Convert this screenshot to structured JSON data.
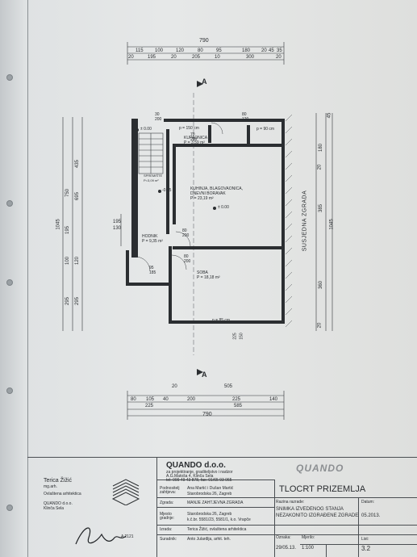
{
  "plan": {
    "dims_top": {
      "total": "790",
      "row1": [
        "115",
        "100",
        "120",
        "80",
        "95",
        "180",
        "20",
        "45",
        "35"
      ],
      "row2": [
        "20",
        "195",
        "20",
        "205",
        "10",
        "300",
        "20"
      ]
    },
    "dims_bottom": {
      "row1": [
        "20",
        "505"
      ],
      "row2": [
        "80",
        "105",
        "40",
        "200",
        "225",
        "140"
      ],
      "row3": [
        "225",
        "585"
      ],
      "total": "790"
    },
    "dims_left": {
      "outer": "1045",
      "mid": [
        "750",
        "195",
        "100"
      ],
      "inner": [
        "435",
        "695",
        "120",
        "295",
        "295"
      ],
      "right_small": [
        "195",
        "130"
      ]
    },
    "dims_right": [
      "45",
      "180",
      "20",
      "385",
      "1045",
      "360",
      "20"
    ],
    "side_label": "SUSJEDNA ZGRADA",
    "section_marks": [
      "A",
      "A"
    ],
    "rooms": [
      {
        "name": "KUPAONICA",
        "area": "P = 3,59 m²"
      },
      {
        "name": "SPREMIŠTE",
        "area": "P=3,09 m²"
      },
      {
        "name": "KUHINJA, BLAGOVAONICA,",
        "name2": "DNEVNI BORAVAK",
        "area": "P = 23,19 m²"
      },
      {
        "name": "HODNIK",
        "area": "P = 9,35 m²"
      },
      {
        "name": "SOBA",
        "area": "P = 18,18 m²"
      }
    ],
    "levels": [
      "± 0.00",
      "± 0.00",
      "-0.45",
      "± 0.00"
    ],
    "openings": [
      "p = 150 cm",
      "p = 90 cm",
      "p = 85 cm",
      "70",
      "200",
      "80",
      "200",
      "80",
      "200",
      "95",
      "185",
      "30",
      "200",
      "80",
      "120",
      "225",
      "150"
    ]
  },
  "titleblock": {
    "company": "QUANDO d.o.o.",
    "company_sub1": "za projektiranje, graditeljstvo i nadzor",
    "company_sub2": "A.G.Matoša 4, Klinča Sela",
    "company_tel": "tel: 099 49 43 878, fax: 01/65 93 065",
    "logo_text": "QUANDO",
    "designer_name": "Terica Žižić",
    "designer_title": "mg.arh.",
    "designer_role": "Ovlaštena arhitektica",
    "designer_company": "QUANDO d.o.o.",
    "designer_city": "Klinča Sela",
    "stamp_number": "A 2121",
    "rows": [
      {
        "label": "Podnositelj zahtjeva:",
        "value": "Ana Martić i Dušan Martić"
      },
      {
        "label": "",
        "value": "Starobrodska 26, Zagreb"
      },
      {
        "label": "Zgrada:",
        "value": "MANJE ZAHTJEVNA ZGRADA"
      },
      {
        "label": "Mjesto gradnje:",
        "value": "Starobrodska 26, Zagreb"
      },
      {
        "label": "",
        "value": "k.č.br. 5581/23, 5581/1, k.o. Vrapče"
      },
      {
        "label": "Izrada:",
        "value": "Terica Žižić, ovlaštena arhitektica"
      },
      {
        "label": "Suradnik:",
        "value": "Anto Jularđija, arhit. teh."
      }
    ],
    "drawing_title": "TLOCRT PRIZEMLJA",
    "razina_label": "Razina razrade:",
    "razina_1": "SNIMKA IZVEDENOG STANJA",
    "razina_2": "NEZAKONITO IZGRAĐENE ZGRADE",
    "datum_label": "Datum:",
    "datum": "05.2013.",
    "oznaka_label": "Oznaka:",
    "oznaka": "29/05.13.",
    "mjerilo_label": "Mjerilo:",
    "mjerilo": "1:100",
    "list_label": "List:",
    "list": "3.2"
  }
}
